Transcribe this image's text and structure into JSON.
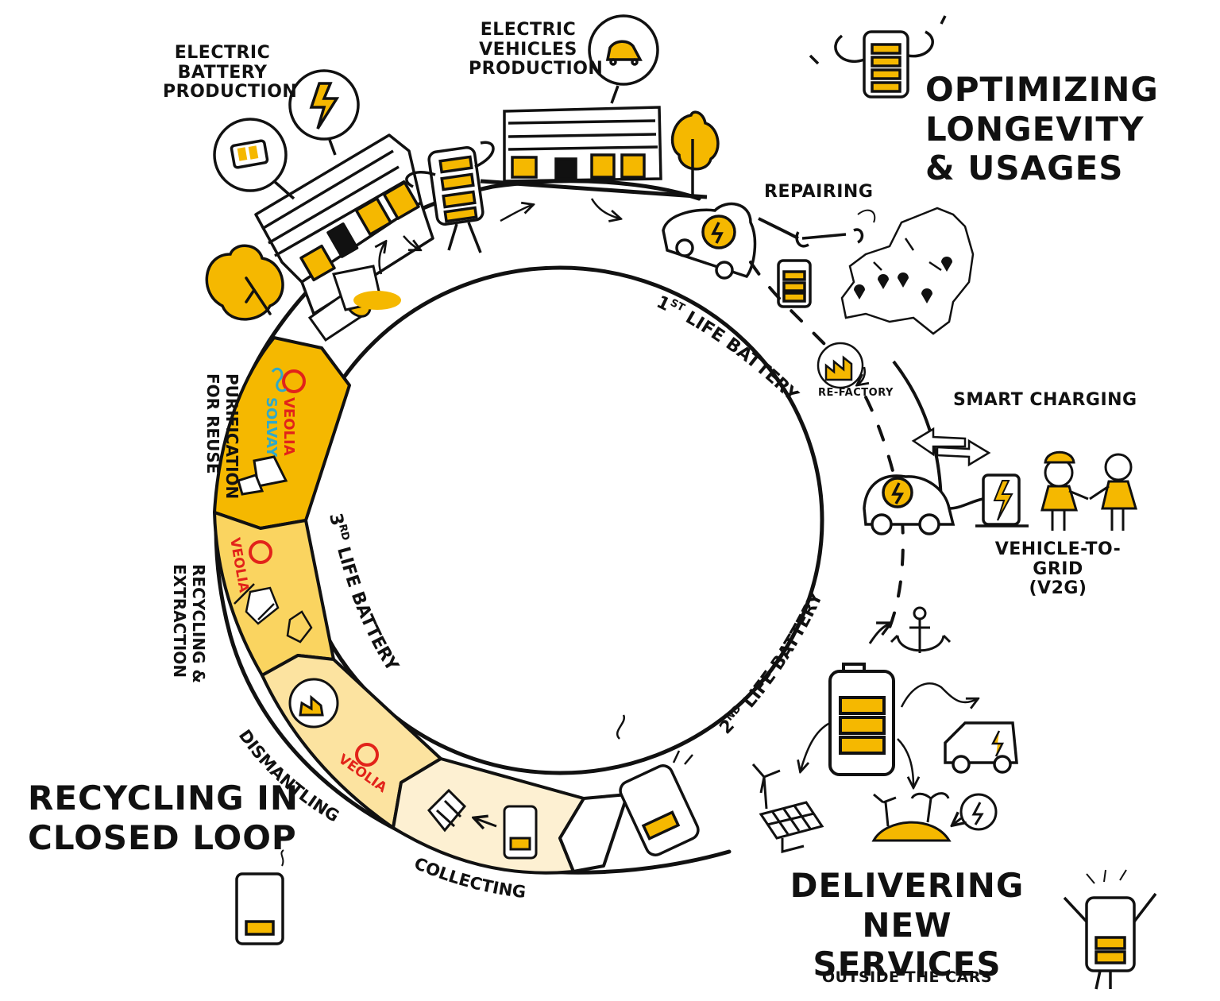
{
  "headings": {
    "optimizing": [
      "OPTIMIZING",
      "LONGEVITY",
      "& USAGES"
    ],
    "recycling": [
      "RECYCLING IN",
      "CLOSED LOOP"
    ],
    "delivering": [
      "DELIVERING",
      "NEW SERVICES"
    ],
    "delivering_sub": "OUTSIDE THE CARS"
  },
  "labels": {
    "battery_production": [
      "ELECTRIC",
      "BATTERY",
      "PRODUCTION"
    ],
    "ev_production": [
      "ELECTRIC",
      "VEHICLES",
      "PRODUCTION"
    ],
    "repairing": "REPAIRING",
    "refactory": "RE-FACTORY",
    "smart_charging": "SMART CHARGING",
    "v2g": [
      "VEHICLE-TO-GRID",
      "(V2G)"
    ],
    "purification": [
      "PURIFICATION",
      "FOR REUSE"
    ],
    "recycling_extraction": [
      "RECYCLING &",
      "EXTRACTION"
    ],
    "dismantling": "DISMANTLING",
    "collecting": "COLLECTING"
  },
  "ring": {
    "first_life": {
      "ord": "1",
      "sup": "ST",
      "text": "LIFE BATTERY"
    },
    "second_life": {
      "ord": "2",
      "sup": "ND",
      "text": "LIFE BATTERY"
    },
    "third_life": {
      "ord": "3",
      "sup": "RD",
      "text": "LIFE BATTERY"
    }
  },
  "brands": {
    "veolia": "VEOLIA",
    "solvay": "SOLVAY"
  },
  "colors": {
    "ink": "#111111",
    "yellow": "#F5B800",
    "yellow_mid": "#FAD460",
    "yellow_light": "#FCE3A0",
    "yellow_pale": "#FDF0D2",
    "veolia_red": "#E2231A",
    "solvay_teal": "#2FA9C9"
  },
  "icons": [
    "battery-icon",
    "lightning-icon",
    "car-icon",
    "factory-icon",
    "tree-icon",
    "wrench-icon",
    "europe-map-icon",
    "arrow-swap-icon",
    "charging-station-icon",
    "person-icon",
    "anchor-icon",
    "solar-panel-icon",
    "wind-turbine-icon",
    "island-icon",
    "van-icon",
    "recycle-icon",
    "flask-icon"
  ]
}
